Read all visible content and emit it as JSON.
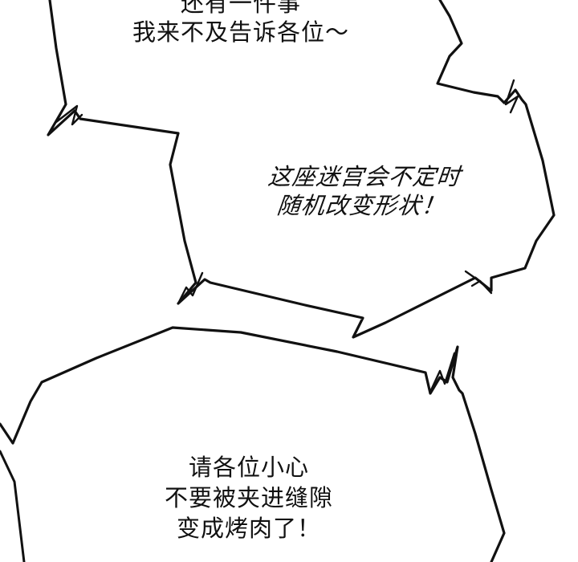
{
  "panel": {
    "background": "#ffffff",
    "ink": "#111111"
  },
  "bubbles": [
    {
      "lines": [
        "还有一件事",
        "我来不及告诉各位～"
      ]
    },
    {
      "lines": [
        "这座迷宫会不定时",
        "随机改变形状！"
      ]
    },
    {
      "lines": [
        "请各位小心",
        "不要被夹进缝隙",
        "变成烤肉了！"
      ]
    }
  ]
}
